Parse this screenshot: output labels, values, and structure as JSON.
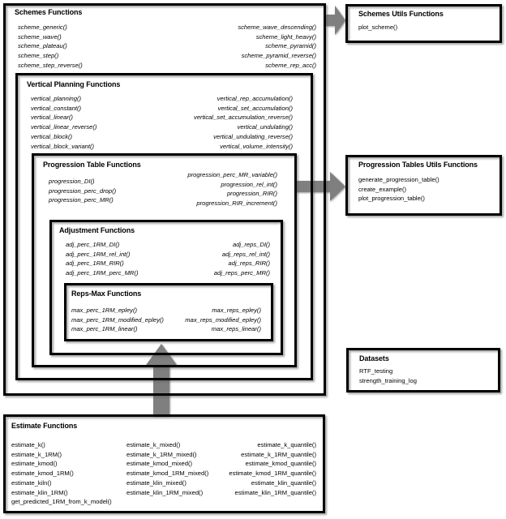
{
  "schemes": {
    "title": "Schemes Functions",
    "left": [
      "scheme_generic()",
      "scheme_wave()",
      "scheme_plateau()",
      "scheme_step()",
      "scheme_step_reverse()"
    ],
    "right": [
      "scheme_wave_descending()",
      "scheme_light_heavy()",
      "scheme_pyramid()",
      "scheme_pyramid_reverse()",
      "scheme_rep_acc()"
    ]
  },
  "vertical": {
    "title": "Vertical Planning Functions",
    "left": [
      "vertical_planning()",
      "vertical_constant()",
      "vertical_linear()",
      "vertical_linear_reverse()",
      "vertical_block()",
      "vertical_block_variant()"
    ],
    "right": [
      "vertical_rep_accumulation()",
      "vertical_set_accumulation()",
      "vertical_set_accumulation_reverse()",
      "vertical_undulating()",
      "vertical_undulating_reverse()",
      "vertical_volume_intensity()"
    ]
  },
  "progression": {
    "title": "Progression Table Functions",
    "left": [
      "progression_DI()",
      "progression_perc_drop()",
      "progression_perc_MR()"
    ],
    "right": [
      "progression_perc_MR_variable()",
      "progression_rel_int()",
      "progression_RIR()",
      "progression_RIR_increment()"
    ]
  },
  "adjustment": {
    "title": "Adjustment Functions",
    "left": [
      "adj_perc_1RM_DI()",
      "adj_perc_1RM_rel_int()",
      "adj_perc_1RM_RIR()",
      "adj_perc_1RM_perc_MR()"
    ],
    "right": [
      "adj_reps_DI()",
      "adj_reps_rel_int()",
      "adj_reps_RIR()",
      "adj_reps_perc_MR()"
    ]
  },
  "repsmax": {
    "title": "Reps-Max Functions",
    "left": [
      "max_perc_1RM_epley()",
      "max_perc_1RM_modified_epley()",
      "max_perc_1RM_linear()"
    ],
    "right": [
      "max_reps_epley()",
      "max_reps_modified_epley()",
      "max_reps_linear()"
    ]
  },
  "schemes_utils": {
    "title": "Schemes Utils Functions",
    "items": [
      "plot_scheme()"
    ]
  },
  "progression_utils": {
    "title": "Progression Tables Utils Functions",
    "items": [
      "generate_progression_table()",
      "create_example()",
      "plot_progression_table()"
    ]
  },
  "datasets": {
    "title": "Datasets",
    "items": [
      "RTF_testing",
      "strength_training_log"
    ]
  },
  "estimate": {
    "title": "Estimate Functions",
    "col1": [
      "estimate_k()",
      "estimate_k_1RM()",
      "estimate_kmod()",
      "estimate_kmod_1RM()",
      "estimate_kiln()",
      "estimate_klin_1RM()",
      "get_predicted_1RM_from_k_model()"
    ],
    "col2": [
      "estimate_k_mixed()",
      "estimate_k_1RM_mixed()",
      "estimate_kmod_mixed()",
      "estimate_kmod_1RM_mixed()",
      "estimate_klin_mixed()",
      "estimate_klin_1RM_mixed()"
    ],
    "col3": [
      "estimate_k_quantile()",
      "estimate_k_1RM_quantile()",
      "estimate_kmod_quantile()",
      "estimate_kmod_1RM_quantile()",
      "estimate_klin_quantile()",
      "estimate_klin_1RM_quantile()"
    ]
  },
  "colors": {
    "arrow": "#7f7f7f",
    "border": "#000000",
    "background": "#ffffff"
  }
}
